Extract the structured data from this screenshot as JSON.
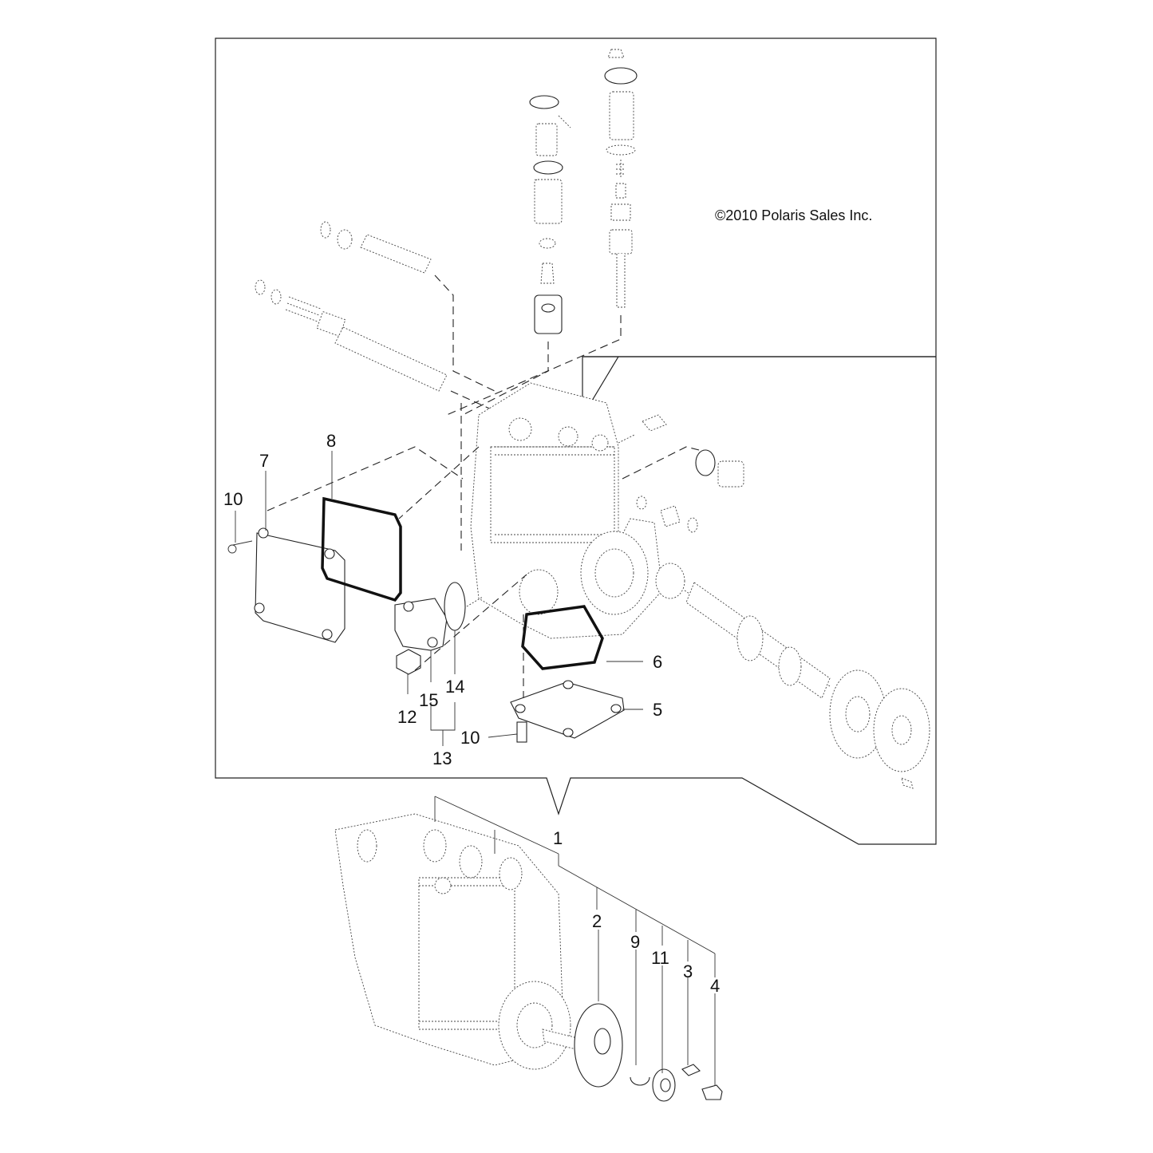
{
  "copyright": "©2010 Polaris Sales Inc.",
  "callouts": [
    {
      "id": "c1",
      "label": "1"
    },
    {
      "id": "c2",
      "label": "2"
    },
    {
      "id": "c3",
      "label": "3"
    },
    {
      "id": "c4",
      "label": "4"
    },
    {
      "id": "c5",
      "label": "5"
    },
    {
      "id": "c6",
      "label": "6"
    },
    {
      "id": "c7",
      "label": "7"
    },
    {
      "id": "c8",
      "label": "8"
    },
    {
      "id": "c9",
      "label": "9"
    },
    {
      "id": "c10a",
      "label": "10"
    },
    {
      "id": "c10b",
      "label": "10"
    },
    {
      "id": "c11",
      "label": "11"
    },
    {
      "id": "c12",
      "label": "12"
    },
    {
      "id": "c13",
      "label": "13"
    },
    {
      "id": "c14",
      "label": "14"
    },
    {
      "id": "c15",
      "label": "15"
    }
  ]
}
